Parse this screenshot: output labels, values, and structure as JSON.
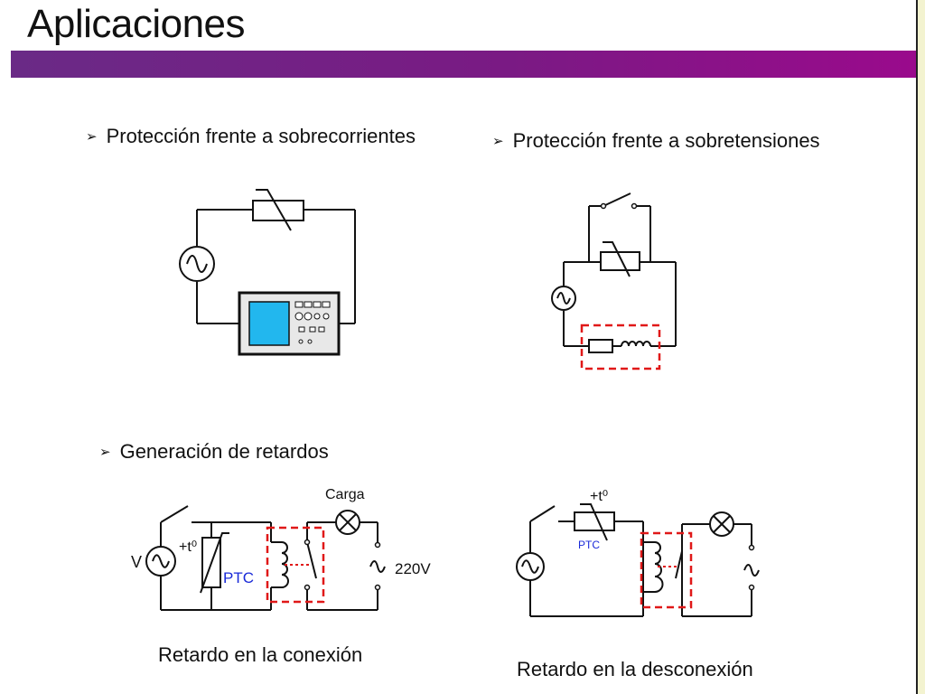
{
  "slide": {
    "title": "Aplicaciones"
  },
  "bullets": {
    "overcurrent": "Protección frente a sobrecorrientes",
    "overvoltage": "Protección frente a sobretensiones",
    "delays": "Generación de retardos"
  },
  "bullet_marker": "➢",
  "diagram_labels": {
    "tempcoef": "+t⁰",
    "ptc": "PTC",
    "carga": "Carga",
    "voltage_source": "V",
    "mains": "220V"
  },
  "captions": {
    "connection_delay": "Retardo en la conexión",
    "disconnection_delay": "Retardo en la desconexión"
  },
  "colors": {
    "header_bar_start": "#6a2a86",
    "header_bar_end": "#9a0a8c",
    "screen": "#22b7ee",
    "highlight_box": "#e01818",
    "ptc_label": "#1a2ad8"
  }
}
